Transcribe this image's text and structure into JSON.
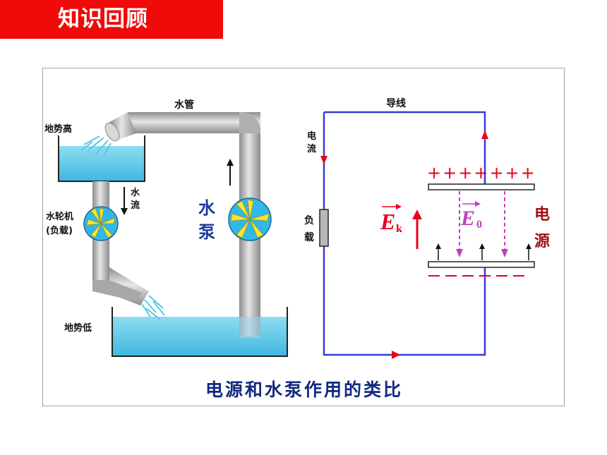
{
  "banner": {
    "title": "知识回顾"
  },
  "diagram": {
    "caption": "电源和水泵作用的类比",
    "water_side": {
      "pipe_label": "水管",
      "high_label": "地势高",
      "low_label": "地势低",
      "flow_label": [
        "水",
        "流"
      ],
      "wheel_label_1": "水轮机",
      "wheel_label_2": "(负载)",
      "pump_label": [
        "水",
        "泵"
      ]
    },
    "circuit_side": {
      "wire_label": "导线",
      "current_label": [
        "电",
        "流"
      ],
      "load_label": [
        "负",
        "载"
      ],
      "source_label": [
        "电",
        "源"
      ],
      "plus_signs": "+++++++",
      "ek_letter": "E",
      "ek_sub": "k",
      "e0_letter": "E",
      "e0_sub": "0"
    },
    "colors": {
      "water": "#58c8e8",
      "pipe": "#b8b8b8",
      "wire": "#3a3ad8",
      "arrow_red": "#e8001c",
      "field_magenta": "#c040c0",
      "source_text": "#a01010",
      "pump_text": "#1a3a9a",
      "caption_text": "#102a80"
    }
  }
}
